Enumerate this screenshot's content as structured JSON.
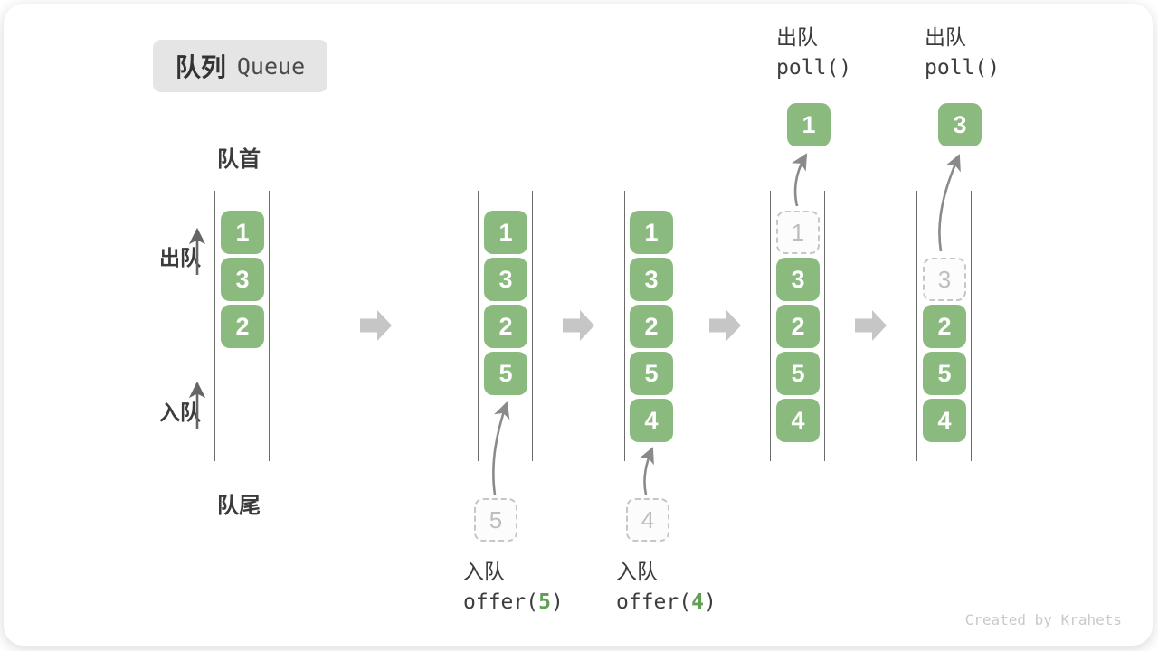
{
  "title": {
    "zh": "队列",
    "en": "Queue"
  },
  "side_labels": {
    "front": "队首",
    "rear": "队尾",
    "dequeue": "出队",
    "enqueue": "入队"
  },
  "queues": [
    {
      "items": [
        {
          "value": "1"
        },
        {
          "value": "3"
        },
        {
          "value": "2"
        }
      ]
    },
    {
      "items": [
        {
          "value": "1"
        },
        {
          "value": "3"
        },
        {
          "value": "2"
        },
        {
          "value": "5"
        }
      ]
    },
    {
      "items": [
        {
          "value": "1"
        },
        {
          "value": "3"
        },
        {
          "value": "2"
        },
        {
          "value": "5"
        },
        {
          "value": "4"
        }
      ]
    },
    {
      "ghost": "1",
      "items": [
        {
          "value": "3"
        },
        {
          "value": "2"
        },
        {
          "value": "5"
        },
        {
          "value": "4"
        }
      ]
    },
    {
      "ghost": "3",
      "items": [
        {
          "value": "2"
        },
        {
          "value": "5"
        },
        {
          "value": "4"
        }
      ]
    }
  ],
  "staging": [
    {
      "value": "5"
    },
    {
      "value": "4"
    }
  ],
  "dequeued": [
    {
      "value": "1"
    },
    {
      "value": "3"
    }
  ],
  "operations": {
    "enqueue_5": {
      "label": "入队",
      "fn": "offer(",
      "arg": "5",
      "close": ")"
    },
    "enqueue_4": {
      "label": "入队",
      "fn": "offer(",
      "arg": "4",
      "close": ")"
    },
    "poll_1": {
      "label": "出队",
      "code": "poll()"
    },
    "poll_2": {
      "label": "出队",
      "code": "poll()"
    }
  },
  "watermark": "Created by Krahets",
  "colors": {
    "box_green": "#8aba7e",
    "arg_green": "#5fa053",
    "block_arrow": "#c6c6c6",
    "ghost_border": "#c6c6c6",
    "ghost_text": "#bdbdbd",
    "line": "#6b6b6b",
    "label_dark": "#3b3b3b",
    "title_bg": "#e5e5e5",
    "curve_arrow": "#8a8a8a",
    "watermark": "#c9c9c9"
  }
}
